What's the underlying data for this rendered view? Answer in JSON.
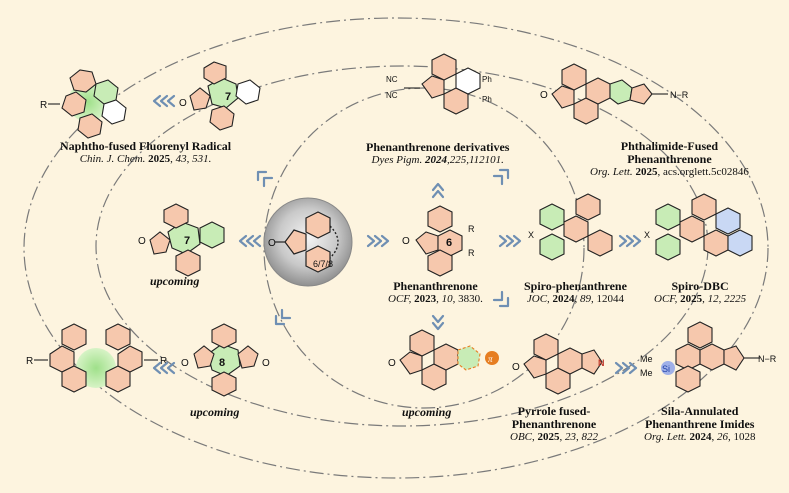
{
  "labels": {
    "naphtho": {
      "title": "Naphtho-fused Fluorenyl Radical",
      "journal": "Chin. J. Chem.",
      "year": "2025",
      "volume": "43",
      "pages": "531."
    },
    "derivatives": {
      "title": "Phenanthrenone derivatives",
      "journal": "Dyes Pigm.",
      "year": "2024",
      "volume": "225",
      "pages": "112101."
    },
    "phthalimide": {
      "title1": "Phthalimide-Fused",
      "title2": "Phenanthrenone",
      "journal": "Org. Lett.",
      "year": "2025",
      "doi": "acs.orglett.5c02846"
    },
    "upcoming": "upcoming",
    "phenanthrenone": {
      "title": "Phenanthrenone",
      "journal": "OCF,",
      "year": "2023",
      "volume": "10",
      "pages": "3830."
    },
    "spiro": {
      "title": "Spiro-phenanthrene",
      "journal": "JOC,",
      "year": "2024",
      "volume": "89",
      "pages": "12044"
    },
    "spirodbc": {
      "title": "Spiro-DBC",
      "journal": "OCF,",
      "year": "2025",
      "volume": "12",
      "pages": "2225"
    },
    "pyrrole": {
      "title1": "Pyrrole fused-",
      "title2": "Phenanthrenone",
      "journal": "OBC",
      "year": "2025",
      "volume": "23",
      "pages": "822"
    },
    "sila": {
      "title1": "Sila-Annulated",
      "title2": "Phenanthrene Imides",
      "journal": "Org. Lett.",
      "year": "2024",
      "volume": "26",
      "pages": "1028"
    }
  },
  "colors": {
    "background": "#fdf4df",
    "arrow": "#6f8fb3",
    "ring_peach": "#f6c8ad",
    "ring_green": "#c8ecb6",
    "ring_blue": "#c9d8f4",
    "orbit": "#7a7a7a"
  }
}
